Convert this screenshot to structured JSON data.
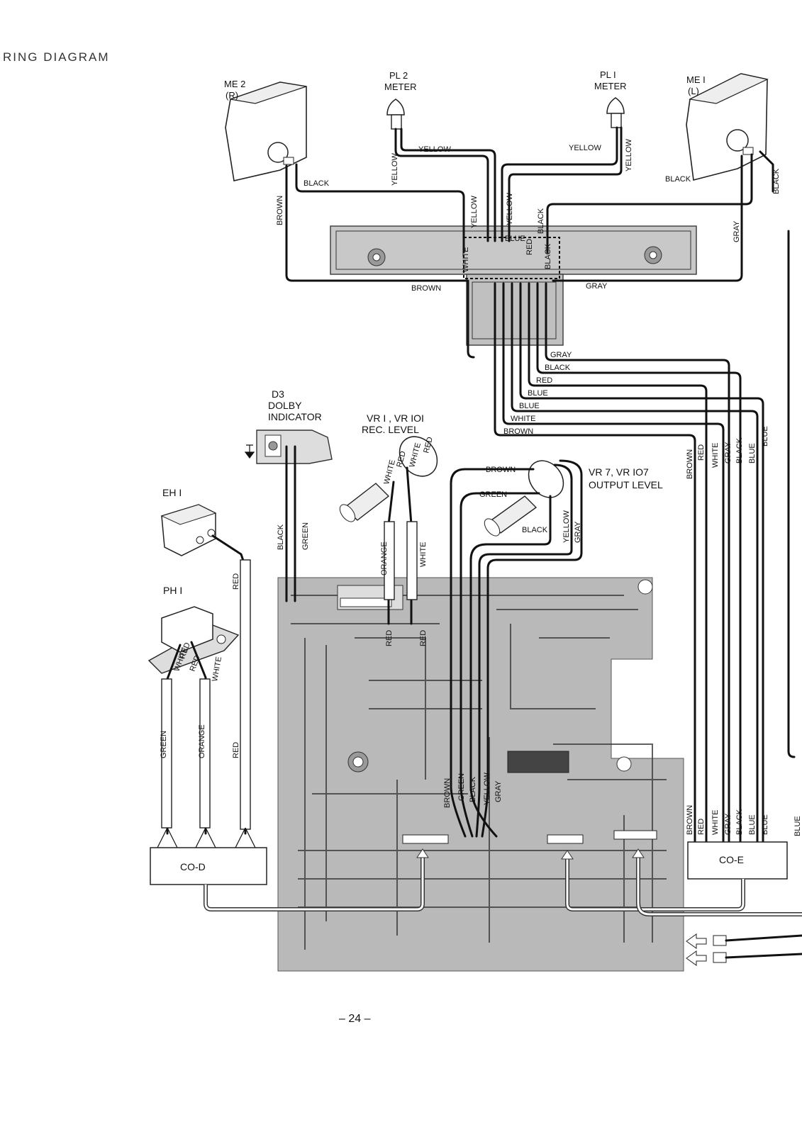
{
  "page": {
    "header_title": "RING DIAGRAM",
    "page_number": "– 24 –"
  },
  "components": {
    "me2": {
      "name": "ME 2",
      "channel": "(R)"
    },
    "me1": {
      "name": "ME I",
      "channel": "(L)"
    },
    "pl2": {
      "name": "PL 2",
      "sub": "METER"
    },
    "pl1": {
      "name": "PL I",
      "sub": "METER"
    },
    "d3": {
      "name": "D3",
      "line2": "DOLBY",
      "line3": "INDICATOR"
    },
    "vr1": {
      "name": "VR I , VR IOI",
      "sub": "REC. LEVEL"
    },
    "vr7": {
      "name": "VR 7, VR IO7",
      "sub": "OUTPUT  LEVEL"
    },
    "eh1": {
      "name": "EH I"
    },
    "ph1": {
      "name": "PH I"
    },
    "cod": {
      "name": "CO-D"
    },
    "coe": {
      "name": "CO-E"
    }
  },
  "wires": {
    "yellow": "YELLOW",
    "black": "BLACK",
    "brown": "BROWN",
    "gray": "GRAY",
    "white": "WHITE",
    "red": "RED",
    "blue": "BLUE",
    "green": "GREEN",
    "orange": "ORANGE"
  },
  "colors": {
    "wire": "#111111",
    "board": "#b9b9b9",
    "background": "#ffffff"
  }
}
